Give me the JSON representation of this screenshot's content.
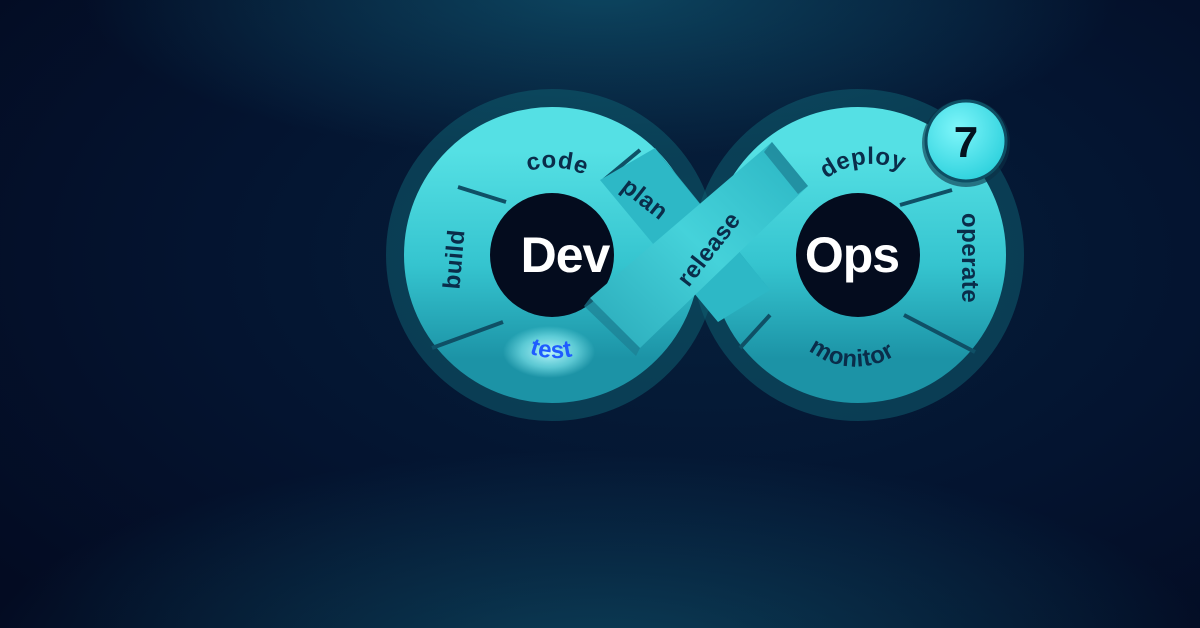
{
  "diagram": {
    "hubs": {
      "left": "Dev",
      "right": "Ops"
    },
    "badge": {
      "value": "7"
    },
    "stages": {
      "code": "code",
      "plan": "plan",
      "release": "release",
      "deploy": "deploy",
      "operate": "operate",
      "monitor": "monitor",
      "test": "test",
      "build": "build"
    },
    "highlighted_stage": "test",
    "colors": {
      "background": "#040e26",
      "segment": "#3fd2d8",
      "segment_dark": "#1a8ea0",
      "stage_text": "#0a2d4a",
      "highlight_text": "#1f5cff",
      "hub_text": "#ffffff",
      "badge": "#3fe6ee"
    }
  }
}
